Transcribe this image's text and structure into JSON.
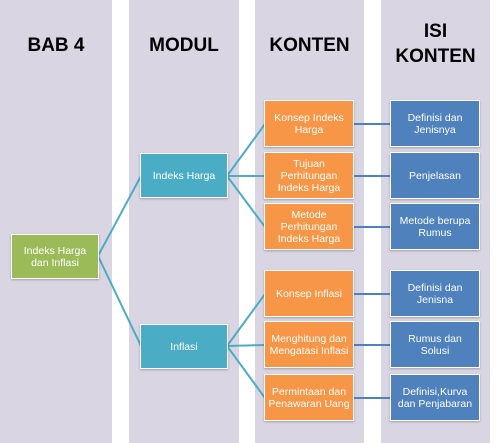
{
  "headers": {
    "bab": "BAB 4",
    "modul": "MODUL",
    "konten": "KONTEN",
    "isi_line1": "ISI",
    "isi_line2": "KONTEN"
  },
  "bab_node": "Indeks Harga dan Inflasi",
  "modul_nodes": [
    "Indeks Harga",
    "Inflasi"
  ],
  "konten_nodes": [
    "Konsep Indeks Harga",
    "Tujuan Perhitungan Indeks Harga",
    "Metode Perhitungan Indeks Harga",
    "Konsep Inflasi",
    "Menghitung dan Mengatasi Inflasi",
    "Permintaan dan Penawaran Uang"
  ],
  "isi_nodes": [
    "Definisi dan Jenisnya",
    "Penjelasan",
    "Metode berupa Rumus",
    "Definisi dan Jenisna",
    "Rumus dan Solusi",
    "Definisi,Kurva dan Penjabaran"
  ],
  "colors": {
    "column_bg": "#d9d5e3",
    "green": "#9bbb59",
    "teal": "#4bacc6",
    "orange": "#f79646",
    "blue": "#4f81bd",
    "link_teal": "#4bacc6",
    "link_blue": "#4f81bd"
  }
}
